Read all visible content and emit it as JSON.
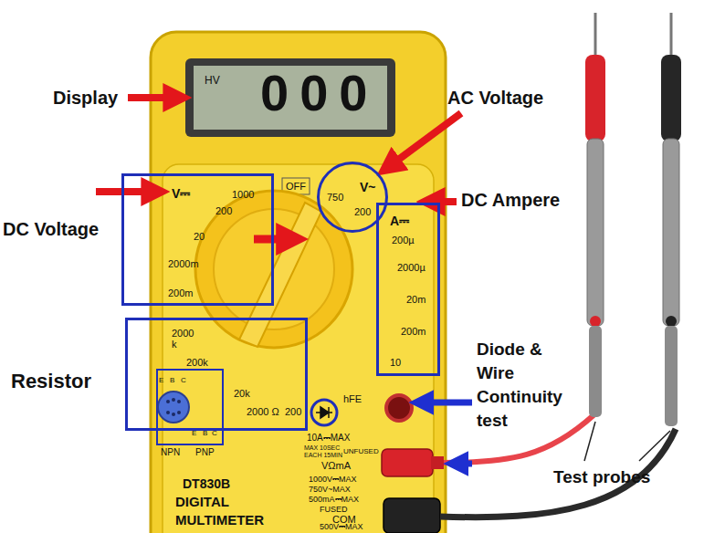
{
  "diagram": {
    "nodes": [
      {
        "text": [
          "V⎓",
          "1000",
          "200",
          "20",
          "2000m",
          "200m"
        ]
      },
      {
        "text": [
          "750",
          "V~",
          "200"
        ]
      },
      {
        "text": [
          "A⎓",
          "200µ",
          "2000µ",
          "20m",
          "200m",
          "10"
        ]
      },
      {
        "text": [
          "2000 k",
          "200k",
          "20k",
          "2000 Ω",
          "200"
        ]
      }
    ],
    "labels": [
      "Display",
      "HV",
      "000",
      "AC Voltage",
      "DC Voltage",
      "DC Ampere",
      "OFF",
      "Resistor",
      "Diode & Wire Continuity test",
      "hFE",
      "NPN",
      "PNP",
      "E",
      "B",
      "C",
      "E",
      "B",
      "C",
      "10A⎓MAX",
      "MAX 10SEC EACH 15MIN",
      "UNFUSED",
      "VΩmA",
      "1000V⎓MAX",
      "750V~MAX",
      "500mA⎓MAX",
      "FUSED",
      "COM",
      "500V⎓MAX",
      "DT830B",
      "DIGITAL",
      "MULTIMETER",
      "Test probes"
    ]
  }
}
